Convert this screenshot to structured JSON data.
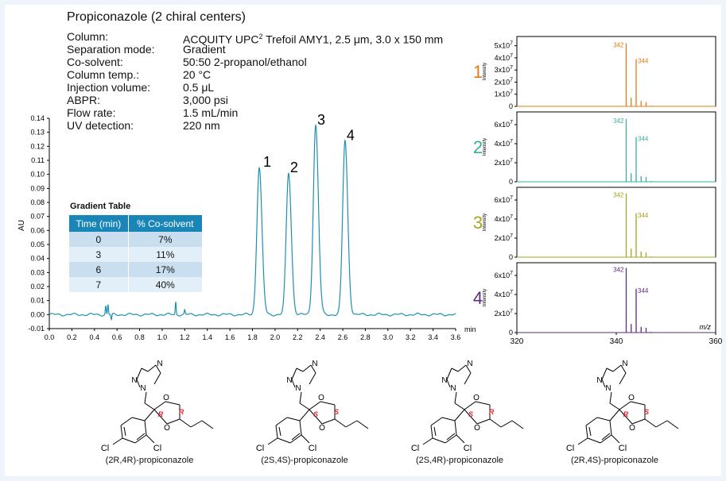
{
  "title": "Propiconazole (2 chiral centers)",
  "params": [
    {
      "label": "Column:",
      "value": "ACQUITY UPC",
      "sup": "2",
      "value_rest": " Trefoil AMY1, 2.5 μm, 3.0 x 150 mm"
    },
    {
      "label": "Separation mode:",
      "value": "Gradient"
    },
    {
      "label": "Co-solvent:",
      "value": "50:50 2-propanol/ethanol"
    },
    {
      "label": "Column temp.:",
      "value": "20 °C"
    },
    {
      "label": "Injection volume:",
      "value": "0.5 μL"
    },
    {
      "label": "ABPR:",
      "value": "3,000 psi"
    },
    {
      "label": "Flow rate:",
      "value": "1.5 mL/min"
    },
    {
      "label": "UV detection:",
      "value": "220 nm"
    }
  ],
  "gradient_table": {
    "title": "Gradient Table",
    "headers": [
      "Time (min)",
      "% Co-solvent"
    ],
    "rows": [
      [
        "0",
        "7%"
      ],
      [
        "3",
        "11%"
      ],
      [
        "6",
        "17%"
      ],
      [
        "7",
        "40%"
      ]
    ]
  },
  "colors": {
    "chromatogram": "#1f8fb0",
    "ms1": "#e07b1a",
    "ms2": "#3aada0",
    "ms3": "#a6a51e",
    "ms4": "#5a2d7e"
  },
  "chart_data": [
    {
      "type": "line",
      "name": "chromatogram",
      "xlabel": "min",
      "ylabel": "AU",
      "xlim": [
        0.0,
        3.6
      ],
      "ylim": [
        -0.01,
        0.14
      ],
      "x_ticks": [
        "0.0",
        "0.2",
        "0.4",
        "0.6",
        "0.8",
        "1.0",
        "1.2",
        "1.4",
        "1.6",
        "1.8",
        "2.0",
        "2.2",
        "2.4",
        "2.6",
        "2.8",
        "3.0",
        "3.2",
        "3.4",
        "3.6"
      ],
      "y_ticks": [
        "-0.01",
        "0.00",
        "0.01",
        "0.02",
        "0.03",
        "0.04",
        "0.05",
        "0.06",
        "0.07",
        "0.08",
        "0.09",
        "0.10",
        "0.11",
        "0.12",
        "0.13",
        "0.14"
      ],
      "peaks": [
        {
          "label": "1",
          "rt": 1.86,
          "height": 0.105
        },
        {
          "label": "2",
          "rt": 2.12,
          "height": 0.101
        },
        {
          "label": "3",
          "rt": 2.36,
          "height": 0.135
        },
        {
          "label": "4",
          "rt": 2.62,
          "height": 0.124
        }
      ],
      "baseline_blips": [
        [
          0.5,
          0.006
        ],
        [
          0.52,
          0.007
        ],
        [
          0.55,
          -0.004
        ],
        [
          1.12,
          0.009
        ],
        [
          1.2,
          0.003
        ]
      ]
    },
    {
      "type": "bar",
      "name": "mass spectra",
      "xlabel": "m/z",
      "xlim": [
        320,
        360
      ],
      "x_ticks": [
        "320",
        "340",
        "360"
      ],
      "panels": [
        {
          "label": "1",
          "ylabel": "Intensity",
          "ylim": [
            0,
            55000000
          ],
          "y_ticks": [
            "0",
            "1x10^7",
            "2x10^7",
            "3x10^7",
            "4x10^7",
            "5x10^7"
          ],
          "mz": [
            342,
            343,
            344,
            345,
            346,
            347
          ],
          "values": [
            52000000,
            7000000,
            39000000,
            4500000,
            3500000,
            500000
          ],
          "labels": {
            "342": "342",
            "344": "344"
          }
        },
        {
          "label": "2",
          "ylabel": "Intensity",
          "ylim": [
            0,
            70000000
          ],
          "y_ticks": [
            "0",
            "2x10^7",
            "4x10^7",
            "6x10^7"
          ],
          "mz": [
            342,
            343,
            344,
            345,
            346,
            347
          ],
          "values": [
            66000000,
            9000000,
            47000000,
            6000000,
            5000000,
            800000
          ],
          "labels": {
            "342": "342",
            "344": "344"
          }
        },
        {
          "label": "3",
          "ylabel": "Intensity",
          "ylim": [
            0,
            70000000
          ],
          "y_ticks": [
            "0",
            "2x10^7",
            "4x10^7",
            "6x10^7"
          ],
          "mz": [
            342,
            343,
            344,
            345,
            346,
            347
          ],
          "values": [
            67000000,
            9000000,
            46000000,
            6000000,
            5000000,
            800000
          ],
          "labels": {
            "342": "342",
            "344": "344"
          }
        },
        {
          "label": "4",
          "ylabel": "Intensity",
          "ylim": [
            0,
            70000000
          ],
          "y_ticks": [
            "0",
            "2x10^7",
            "4x10^7",
            "6x10^7"
          ],
          "mz": [
            342,
            343,
            344,
            345,
            346,
            347
          ],
          "values": [
            68000000,
            9000000,
            46000000,
            6000000,
            5000000,
            800000
          ],
          "labels": {
            "342": "342",
            "344": "344"
          }
        }
      ]
    }
  ],
  "structures": [
    {
      "caption": "(2R,4R)-propiconazole",
      "c2": "R",
      "c4": "R",
      "flip": 0
    },
    {
      "caption": "(2S,4S)-propiconazole",
      "c2": "S",
      "c4": "S",
      "flip": 1
    },
    {
      "caption": "(2S,4R)-propiconazole",
      "c2": "S",
      "c4": "R",
      "flip": 1
    },
    {
      "caption": "(2R,4S)-propiconazole",
      "c2": "R",
      "c4": "S",
      "flip": 0
    }
  ],
  "atoms": {
    "n": "N",
    "o": "O",
    "cl": "Cl"
  }
}
